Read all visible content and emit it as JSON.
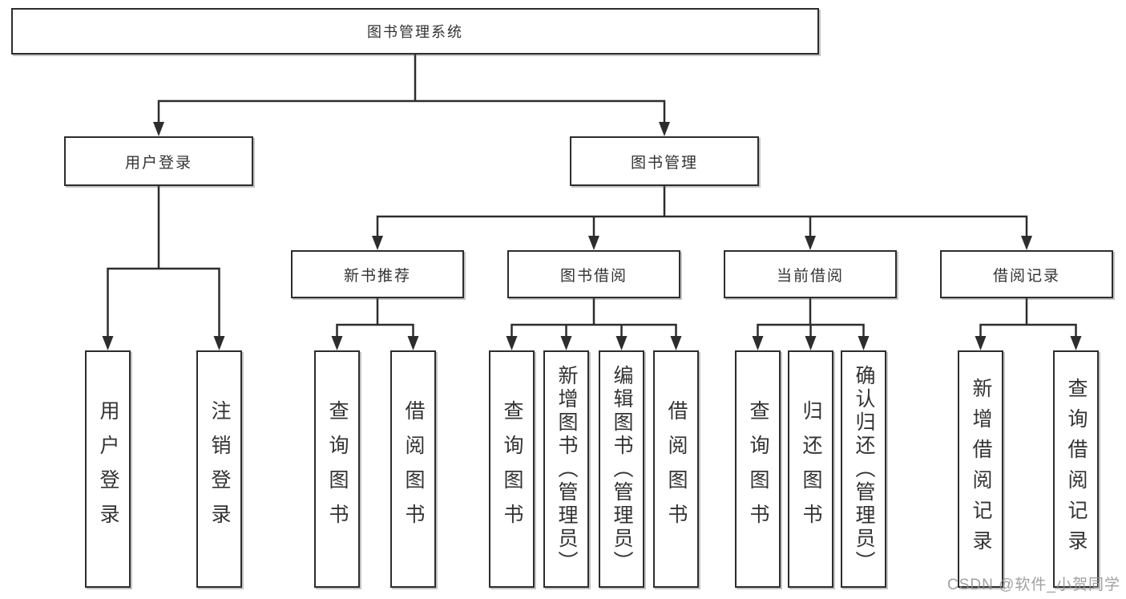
{
  "diagram": {
    "type": "hierarchy",
    "title": "图书管理系统",
    "line_color": "#2d2d2d",
    "background": "#ffffff",
    "watermark": "CSDN @软件_小贺同学",
    "nodes": {
      "root": {
        "label": "图书管理系统",
        "children": [
          "user_login",
          "book_mgmt"
        ]
      },
      "user_login": {
        "label": "用户登录",
        "children": [
          "login",
          "logout"
        ]
      },
      "book_mgmt": {
        "label": "图书管理",
        "children": [
          "new_book_rec",
          "book_borrow",
          "current_borrow",
          "borrow_records"
        ]
      },
      "new_book_rec": {
        "label": "新书推荐",
        "children": [
          "nbr_query",
          "nbr_borrow"
        ]
      },
      "book_borrow": {
        "label": "图书借阅",
        "children": [
          "bb_query",
          "bb_add",
          "bb_edit",
          "bb_borrow"
        ]
      },
      "current_borrow": {
        "label": "当前借阅",
        "children": [
          "cb_query",
          "cb_return",
          "cb_confirm"
        ]
      },
      "borrow_records": {
        "label": "借阅记录",
        "children": [
          "br_add",
          "br_query"
        ]
      },
      "login": {
        "label": "用户登录"
      },
      "logout": {
        "label": "注销登录"
      },
      "nbr_query": {
        "label": "查询图书"
      },
      "nbr_borrow": {
        "label": "借阅图书"
      },
      "bb_query": {
        "label": "查询图书"
      },
      "bb_add": {
        "label": "新增图书（管理员）"
      },
      "bb_edit": {
        "label": "编辑图书（管理员）"
      },
      "bb_borrow": {
        "label": "借阅图书"
      },
      "cb_query": {
        "label": "查询图书"
      },
      "cb_return": {
        "label": "归还图书"
      },
      "cb_confirm": {
        "label": "确认归还（管理员）"
      },
      "br_add": {
        "label": "新增借阅记录"
      },
      "br_query": {
        "label": "查询借阅记录"
      }
    }
  }
}
